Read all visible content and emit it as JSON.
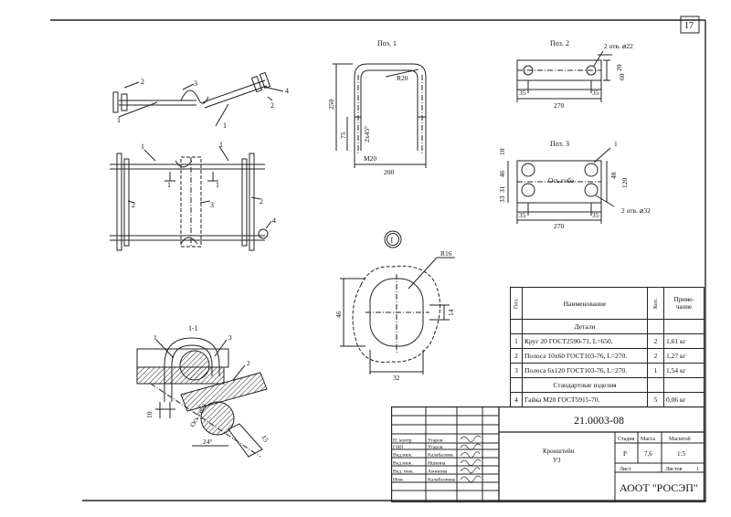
{
  "sheet": {
    "number": "17",
    "designation": "21.0003-08",
    "company": "АООТ \"РОСЭП\"",
    "title_line1": "Кронштейн",
    "title_line2": "У3"
  },
  "views": {
    "pos1": "Поз. 1",
    "pos2": "Поз. 2",
    "pos3": "Поз. 3",
    "section": "1-1",
    "detail_mark": "I",
    "section_mark": "1",
    "callouts": [
      "1",
      "2",
      "3",
      "4"
    ]
  },
  "dims": {
    "pos1": {
      "r": "R20",
      "h": "250",
      "leg": "75",
      "thread": "2х45°",
      "m": "M20",
      "w": "200"
    },
    "pos2": {
      "holes": "2 отв. ⌀22",
      "a": "20",
      "b": "60",
      "l1": "35",
      "l2": "35",
      "l": "270"
    },
    "pos3": {
      "top": "10",
      "holes_txt": "2 отв. ⌀32",
      "axis": "Ось гиба",
      "v1": "46",
      "v2": "31",
      "v3": "33",
      "v4": "48",
      "v5": "120",
      "l1": "35",
      "l2": "35",
      "l": "270",
      "callout": "1"
    },
    "detail": {
      "r": "R16",
      "h": "46",
      "w": "32",
      "d": "14"
    },
    "section": {
      "axis": "Ось гиба",
      "t": "10",
      "ang": "24°",
      "w": "15",
      "n1": "1",
      "n3": "3",
      "n2": "2"
    }
  },
  "spec": {
    "headers": {
      "pos": "Поз.",
      "name": "Наименование",
      "qty": "Кол.",
      "note": "Приме-\nчание"
    },
    "group1": "Детали",
    "group2": "Стандартные изделия",
    "rows": [
      {
        "pos": "1",
        "name": "Круг 20 ГОСТ2590-71, L=650.",
        "qty": "2",
        "note": "1,61 кг"
      },
      {
        "pos": "2",
        "name": "Полоса 10х60 ГОСТ103-76, L=270.",
        "qty": "2",
        "note": "1,27 кг"
      },
      {
        "pos": "3",
        "name": "Полоса 6х120 ГОСТ103-76, L=270.",
        "qty": "1",
        "note": "1,54 кг"
      },
      {
        "pos": "4",
        "name": "Гайка М20 ГОСТ5915-70.",
        "qty": "5",
        "note": "0,06 кг"
      }
    ]
  },
  "stamp": {
    "stage_h": "Стадия",
    "mass_h": "Масса",
    "scale_h": "Масштаб",
    "stage": "Р",
    "mass": "7,6",
    "scale": "1:5",
    "sheet_h": "Лист",
    "sheets_h": "Листов",
    "sheets": "1",
    "people": [
      {
        "role": "Н. контр.",
        "name": "Угаров"
      },
      {
        "role": "ГИП",
        "name": "Угаров"
      },
      {
        "role": "Вед.инж.",
        "name": "Калабалиев"
      },
      {
        "role": "Вед.инж.",
        "name": "Ишкина"
      },
      {
        "role": "Вед. инж.",
        "name": "Аминова"
      },
      {
        "role": "Инж.",
        "name": "Калабалиева"
      }
    ]
  }
}
